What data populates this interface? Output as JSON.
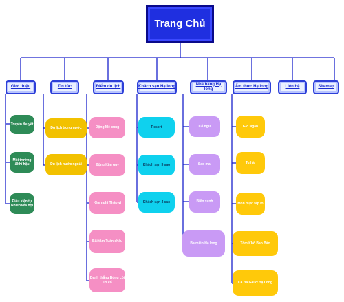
{
  "root": {
    "label": "Trang Chủ"
  },
  "tabs": {
    "gioi_thieu": "Giới thiệu",
    "tin_tuc": "Tin tức",
    "diem_du_lich": "Điểm du lịch",
    "khach_san": "Khách sạn Hạ long",
    "nha_hang": "Nhà hàng Hạ long",
    "am_thuc": "Ẩm thực Hạ long",
    "lien_he": "Liên hệ",
    "sitemap": "Sitemap"
  },
  "gioi_thieu_items": [
    "Truyền thuyết",
    "Môi trường &khí hậu",
    "Điều kiện tự Nhiên&xã hội"
  ],
  "tin_tuc_items": [
    "Du lịch trong nước",
    "Du lịch nước ngoài"
  ],
  "diem_du_lich_items": [
    "Động Mê cung",
    "Động Kim quy",
    "Khe nghỉ Thảo vỉ",
    "Bãi tắm Tuần châu",
    "Danh thắng Bóng cỏi Tri cổ"
  ],
  "khach_san_items": [
    "Resort",
    "Khách sạn 3 sao",
    "Khách sạn 4 sao"
  ],
  "nha_hang_items": [
    "Cổ ngư",
    "Sao mai",
    "Biển xanh",
    "Ba miền Hạ long"
  ],
  "am_thuc_items": [
    "Giò Ngán",
    "Tu hài",
    "Món mực tẩp lô",
    "Tôm Khô Bao Bào",
    "Cá Ba Gai ở Hạ Long"
  ],
  "colors": {
    "connector": "#1a22cc",
    "root": "#1f2fe0",
    "gioi_thieu": "#2e8b57",
    "tin_tuc": "#f2c100",
    "diem_du_lich": "#f58fc4",
    "khach_san": "#0fd1ee",
    "nha_hang": "#c99af5",
    "am_thuc": "#ffc90a"
  }
}
